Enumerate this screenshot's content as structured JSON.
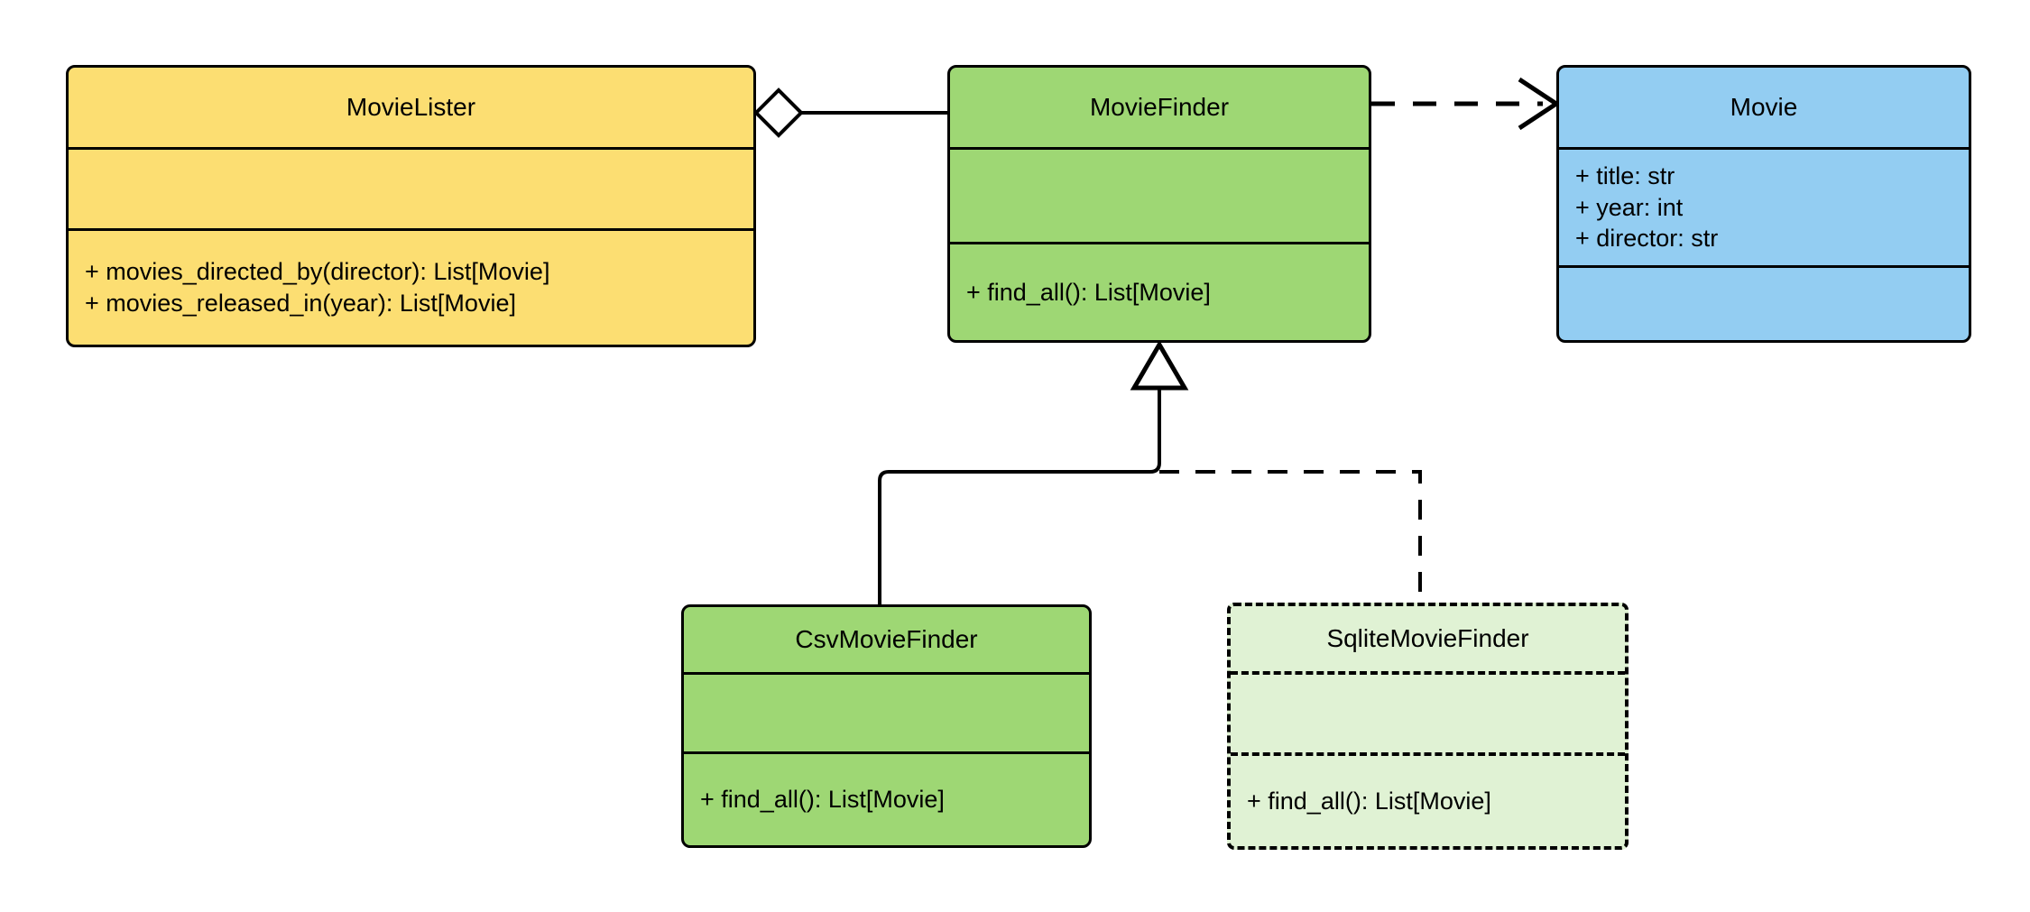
{
  "diagram": {
    "type": "uml-class-diagram",
    "background": "#ffffff",
    "stroke": "#000000"
  },
  "colors": {
    "lister_fill": "#FCDE72",
    "finder_fill": "#9ED774",
    "movie_fill": "#93CDF2",
    "sqlite_fill": "#E0F2D4",
    "border": "#000000"
  },
  "classes": {
    "movie_lister": {
      "name": "MovieLister",
      "attributes": [],
      "methods": [
        "+ movies_directed_by(director): List[Movie]",
        "+ movies_released_in(year): List[Movie]"
      ]
    },
    "movie_finder": {
      "name": "MovieFinder",
      "attributes": [],
      "methods": [
        "+ find_all(): List[Movie]"
      ]
    },
    "movie": {
      "name": "Movie",
      "attributes": [
        "+ title: str",
        "+ year: int",
        "+ director: str"
      ],
      "methods": []
    },
    "csv_movie_finder": {
      "name": "CsvMovieFinder",
      "attributes": [],
      "methods": [
        "+ find_all(): List[Movie]"
      ]
    },
    "sqlite_movie_finder": {
      "name": "SqliteMovieFinder",
      "attributes": [],
      "methods": [
        "+ find_all(): List[Movie]"
      ]
    }
  },
  "relationships": [
    {
      "id": "aggregation",
      "kind": "aggregation",
      "from": "MovieLister",
      "to": "MovieFinder",
      "line": "solid",
      "marker": "hollow-diamond"
    },
    {
      "id": "dependency",
      "kind": "dependency",
      "from": "MovieFinder",
      "to": "Movie",
      "line": "dashed",
      "marker": "open-arrow"
    },
    {
      "id": "generalization-csv",
      "kind": "generalization",
      "from": "CsvMovieFinder",
      "to": "MovieFinder",
      "line": "solid",
      "marker": "hollow-triangle"
    },
    {
      "id": "generalization-sqlite",
      "kind": "generalization",
      "from": "SqliteMovieFinder",
      "to": "MovieFinder",
      "line": "dashed",
      "marker": "hollow-triangle"
    }
  ]
}
